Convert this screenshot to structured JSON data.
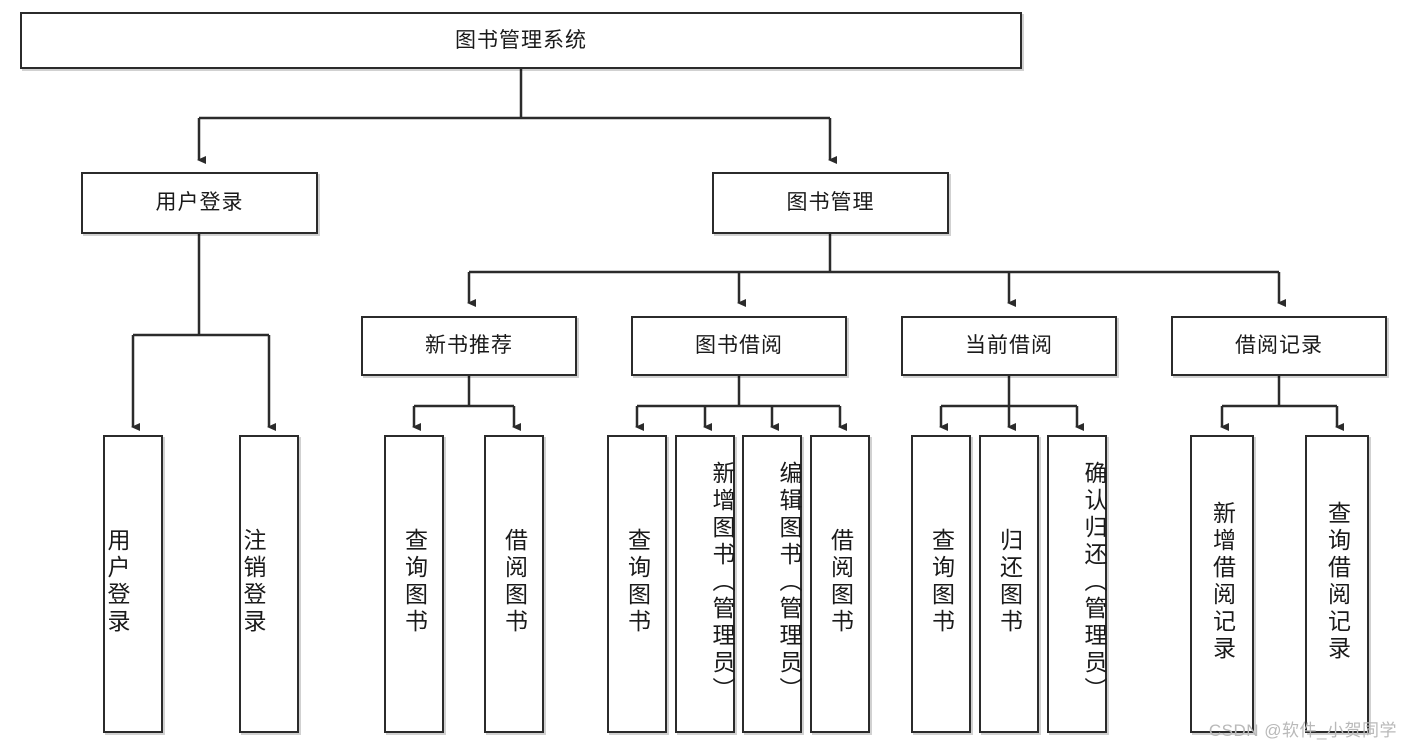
{
  "diagram": {
    "title": "图书管理系统",
    "watermark": "CSDN @软件_小贺同学",
    "colors": {
      "box_border": "#2b2b2b",
      "box_fill": "#ffffff",
      "connector": "#2b2b2b",
      "watermark_text": "#b9b9b9",
      "page_background": "#ffffff"
    },
    "root": {
      "label": "图书管理系统"
    },
    "level2": [
      {
        "label": "用户登录"
      },
      {
        "label": "图书管理"
      }
    ],
    "level3": [
      {
        "label": "新书推荐"
      },
      {
        "label": "图书借阅"
      },
      {
        "label": "当前借阅"
      },
      {
        "label": "借阅记录"
      }
    ],
    "leaves": {
      "user_login": [
        {
          "label": "用户登录"
        },
        {
          "label": "注销登录"
        }
      ],
      "new_book_recommend": [
        {
          "label": "查询图书"
        },
        {
          "label": "借阅图书"
        }
      ],
      "book_borrow": [
        {
          "label": "查询图书"
        },
        {
          "label": "新增图书（管理员）"
        },
        {
          "label": "编辑图书（管理员）"
        },
        {
          "label": "借阅图书"
        }
      ],
      "current_borrow": [
        {
          "label": "查询图书"
        },
        {
          "label": "归还图书"
        },
        {
          "label": "确认归还（管理员）"
        }
      ],
      "borrow_record": [
        {
          "label": "新增借阅记录"
        },
        {
          "label": "查询借阅记录"
        }
      ]
    }
  }
}
